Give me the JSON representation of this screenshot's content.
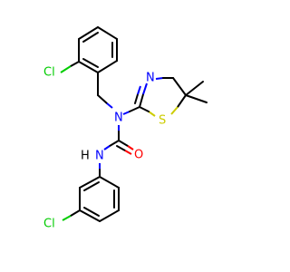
{
  "colors": {
    "bond": "#000000",
    "chlorine": "#00cc00",
    "nitrogen": "#0000ff",
    "oxygen": "#ff0000",
    "sulfur": "#cccc00",
    "hydrogen_label": "#000000"
  },
  "atoms": {
    "cl_top": "Cl",
    "cl_bottom": "Cl",
    "n_ring": "N",
    "s_ring": "S",
    "n_central": "N",
    "nh_n": "N",
    "nh_h": "H",
    "o_carbonyl": "O"
  }
}
